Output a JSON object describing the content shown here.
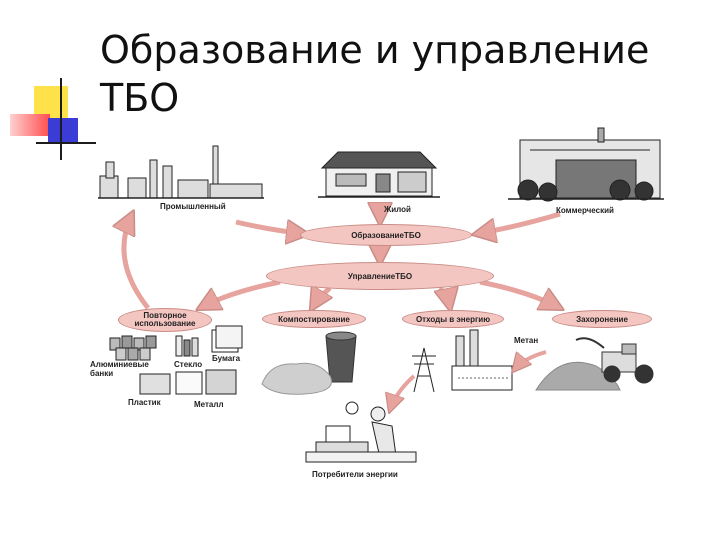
{
  "slide": {
    "title_line1": "Образование и управление",
    "title_line2": "ТБО"
  },
  "sources": {
    "industrial": "Промышленный",
    "residential": "Жилой",
    "commercial": "Коммерческий"
  },
  "nodes": {
    "formation": "ОбразованиеТБО",
    "management": "УправлениеТБО"
  },
  "methods": {
    "reuse_line1": "Повторное",
    "reuse_line2": "использование",
    "composting": "Компостирование",
    "waste_to_energy": "Отходы в энергию",
    "landfill": "Захоронение"
  },
  "materials": {
    "aluminum_line1": "Алюминиевые",
    "aluminum_line2": "банки",
    "glass": "Стекло",
    "paper": "Бумага",
    "plastic": "Пластик",
    "metal": "Металл"
  },
  "others": {
    "methane": "Метан",
    "consumers": "Потребители энергии"
  },
  "colors": {
    "pill_fill": "#f4c6c2",
    "arrow_fill": "#f1b3ae",
    "deco_yellow": "#ffe14a",
    "deco_red": "#ff5a5a",
    "deco_blue": "#3b3bd6"
  }
}
